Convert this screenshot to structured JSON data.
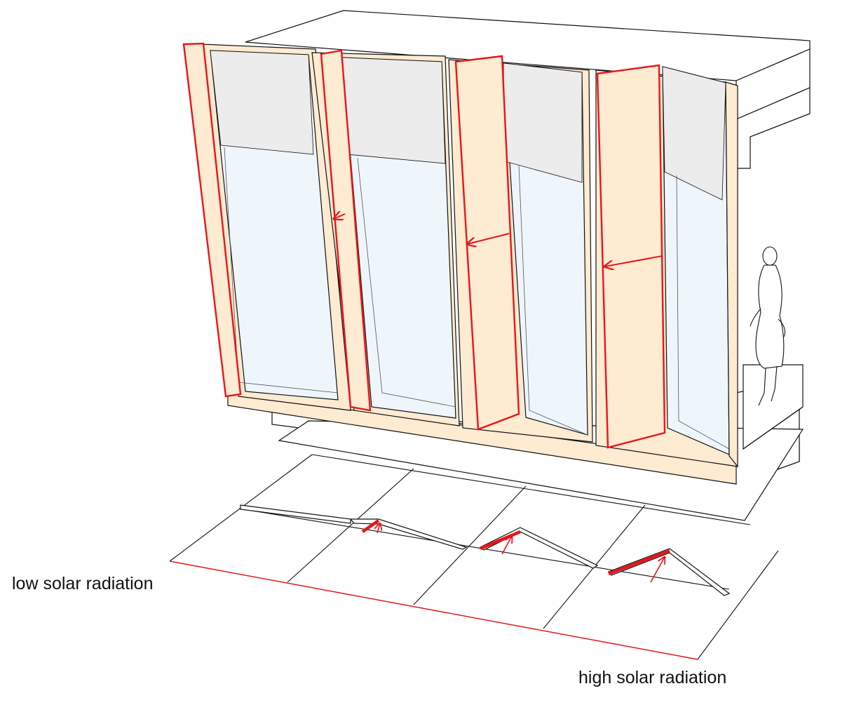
{
  "labels": {
    "low": "low solar radiation",
    "high": "high solar radiation"
  },
  "colors": {
    "line": "#111111",
    "accent_red": "#e8151b",
    "panel_fill": "#fdebd2",
    "glass_fill": "#eef6fc",
    "blind_fill": "#ececec",
    "slab_fill": "#ffffff"
  },
  "figure": {
    "subject": "folding shading panels on facade",
    "person_icon": "pedestrian-figure"
  }
}
